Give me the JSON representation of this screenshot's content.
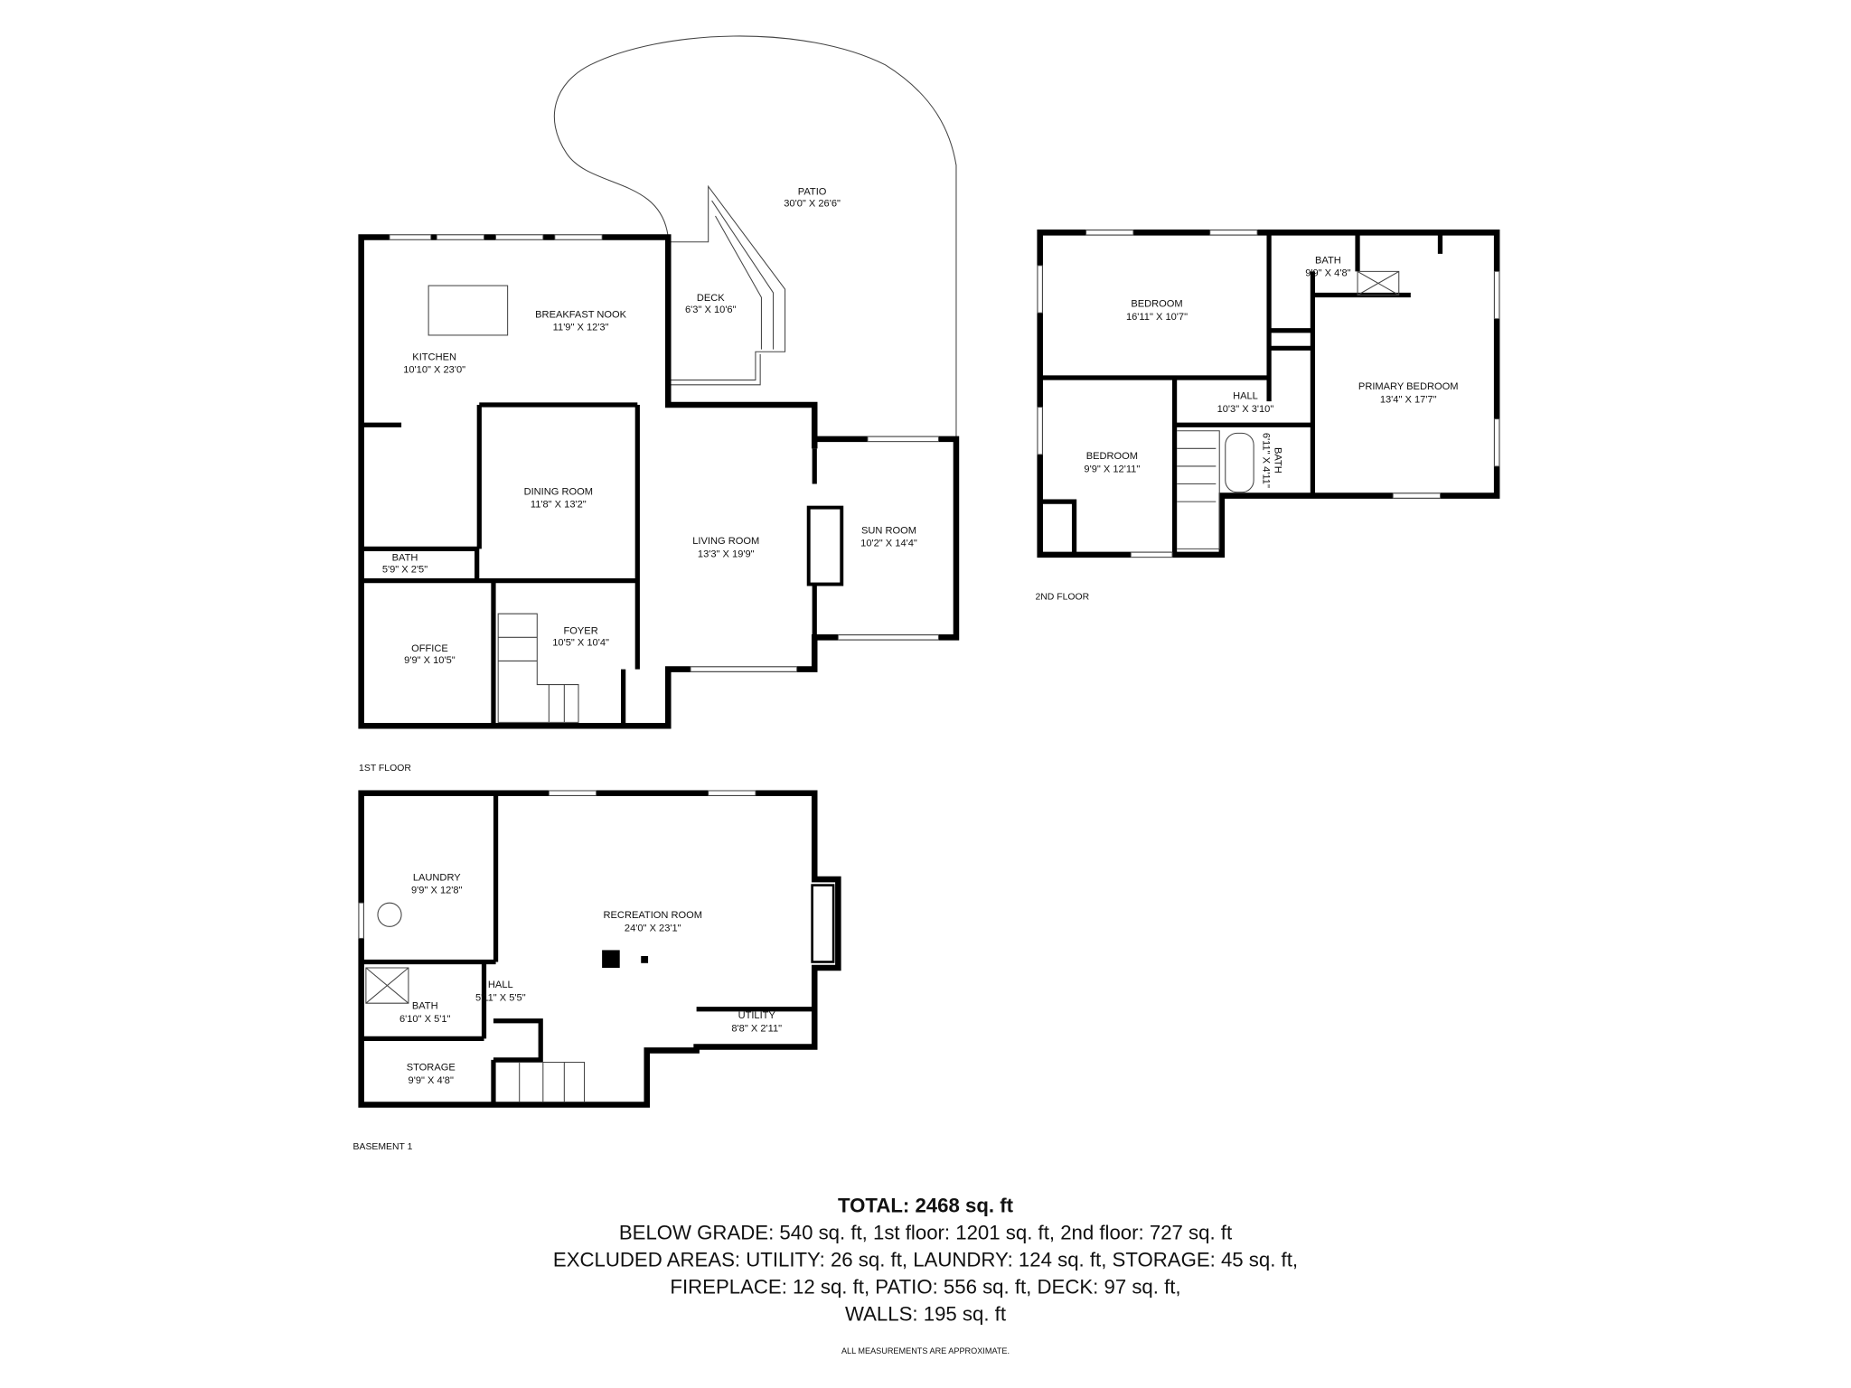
{
  "first_floor": {
    "label": "1ST FLOOR",
    "rooms": [
      {
        "name": "PATIO",
        "size": "30'0\" X 26'6\""
      },
      {
        "name": "DECK",
        "size": "6'3\" X 10'6\""
      },
      {
        "name": "BREAKFAST NOOK",
        "size": "11'9\" X 12'3\""
      },
      {
        "name": "KITCHEN",
        "size": "10'10\" X 23'0\""
      },
      {
        "name": "DINING ROOM",
        "size": "11'8\" X 13'2\""
      },
      {
        "name": "LIVING ROOM",
        "size": "13'3\" X 19'9\""
      },
      {
        "name": "SUN ROOM",
        "size": "10'2\" X 14'4\""
      },
      {
        "name": "BATH",
        "size": "5'9\" X 2'5\""
      },
      {
        "name": "OFFICE",
        "size": "9'9\" X 10'5\""
      },
      {
        "name": "FOYER",
        "size": "10'5\" X 10'4\""
      }
    ]
  },
  "second_floor": {
    "label": "2ND FLOOR",
    "rooms": [
      {
        "name": "BEDROOM",
        "size": "16'11\" X 10'7\""
      },
      {
        "name": "BATH",
        "size": "9'9\" X 4'8\""
      },
      {
        "name": "PRIMARY BEDROOM",
        "size": "13'4\" X 17'7\""
      },
      {
        "name": "HALL",
        "size": "10'3\" X 3'10\""
      },
      {
        "name": "BEDROOM",
        "size": "9'9\" X 12'11\""
      },
      {
        "name": "BATH",
        "size": "6'11\" X 4'11\""
      }
    ]
  },
  "basement": {
    "label": "BASEMENT 1",
    "rooms": [
      {
        "name": "LAUNDRY",
        "size": "9'9\" X 12'8\""
      },
      {
        "name": "RECREATION ROOM",
        "size": "24'0\" X 23'1\""
      },
      {
        "name": "HALL",
        "size": "5'11\" X 5'5\""
      },
      {
        "name": "BATH",
        "size": "6'10\" X 5'1\""
      },
      {
        "name": "UTILITY",
        "size": "8'8\" X 2'11\""
      },
      {
        "name": "STORAGE",
        "size": "9'9\" X 4'8\""
      }
    ]
  },
  "summary": {
    "total": "TOTAL: 2468 sq. ft",
    "lines": [
      "BELOW GRADE: 540 sq. ft, 1st floor: 1201 sq. ft, 2nd floor: 727 sq. ft",
      "EXCLUDED AREAS: UTILITY: 26 sq. ft, LAUNDRY: 124 sq. ft, STORAGE: 45 sq. ft,",
      "FIREPLACE: 12 sq. ft, PATIO: 556 sq. ft, DECK: 97 sq. ft,",
      "WALLS: 195 sq. ft"
    ],
    "disclaimer": "ALL MEASUREMENTS ARE APPROXIMATE."
  }
}
